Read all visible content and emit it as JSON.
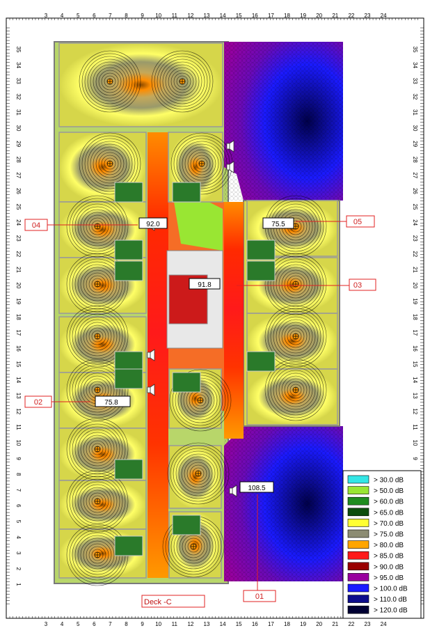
{
  "ruler": {
    "x_labels": [
      "3",
      "4",
      "5",
      "6",
      "7",
      "8",
      "9",
      "10",
      "11",
      "12",
      "13",
      "14",
      "15",
      "16",
      "17",
      "18",
      "19",
      "20",
      "21",
      "22",
      "23",
      "24"
    ],
    "y_labels": [
      "35",
      "34",
      "33",
      "32",
      "31",
      "30",
      "29",
      "28",
      "27",
      "26",
      "25",
      "24",
      "23",
      "22",
      "21",
      "20",
      "19",
      "18",
      "17",
      "16",
      "15",
      "14",
      "13",
      "12",
      "11",
      "10",
      "9",
      "8",
      "7",
      "6",
      "5",
      "4",
      "3",
      "2",
      "1"
    ]
  },
  "deck_label": "Deck -C",
  "callouts": [
    {
      "id": "01",
      "value": "108.5"
    },
    {
      "id": "02",
      "value": "75.8"
    },
    {
      "id": "03",
      "value": "91.8"
    },
    {
      "id": "04",
      "value": "92.0"
    },
    {
      "id": "05",
      "value": "75.5"
    }
  ],
  "legend": [
    {
      "label": "> 30.0 dB",
      "color": "#33e6e6"
    },
    {
      "label": "> 50.0 dB",
      "color": "#99e633"
    },
    {
      "label": "> 60.0 dB",
      "color": "#1f8c1f"
    },
    {
      "label": "> 65.0 dB",
      "color": "#0d4d0d"
    },
    {
      "label": "> 70.0 dB",
      "color": "#ffff33"
    },
    {
      "label": "> 75.0 dB",
      "color": "#8c8c73"
    },
    {
      "label": "> 80.0 dB",
      "color": "#ffa500"
    },
    {
      "label": "> 85.0 dB",
      "color": "#ff1a1a"
    },
    {
      "label": "> 90.0 dB",
      "color": "#990000"
    },
    {
      "label": "> 95.0 dB",
      "color": "#99009e"
    },
    {
      "label": "> 100.0 dB",
      "color": "#1a1aff"
    },
    {
      "label": "> 110.0 dB",
      "color": "#0d0d8c"
    },
    {
      "label": "> 120.0 dB",
      "color": "#000033"
    }
  ],
  "icons": [
    "noise-source-icon",
    "speaker-icon"
  ]
}
